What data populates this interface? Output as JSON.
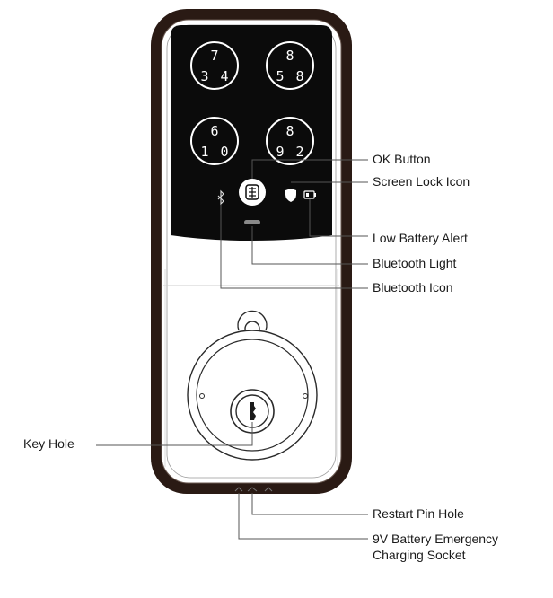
{
  "keypad": {
    "buttons": [
      {
        "top": "7",
        "left": "3",
        "right": "4"
      },
      {
        "top": "8",
        "left": "5",
        "right": "8"
      },
      {
        "top": "6",
        "left": "1",
        "right": "0"
      },
      {
        "top": "8",
        "left": "9",
        "right": "2"
      }
    ]
  },
  "labels": {
    "ok_button": "OK Button",
    "screen_lock_icon": "Screen Lock Icon",
    "low_battery_alert": "Low Battery Alert",
    "bluetooth_light": "Bluetooth Light",
    "bluetooth_icon": "Bluetooth Icon",
    "key_hole": "Key Hole",
    "restart_pin_hole": "Restart Pin Hole",
    "battery_socket_line1": "9V Battery Emergency",
    "battery_socket_line2": "Charging Socket"
  },
  "colors": {
    "frame": "#2a1a14",
    "panel": "#0b0b0b",
    "body": "#ffffff",
    "line": "#555555",
    "text": "#1a1a1a"
  }
}
